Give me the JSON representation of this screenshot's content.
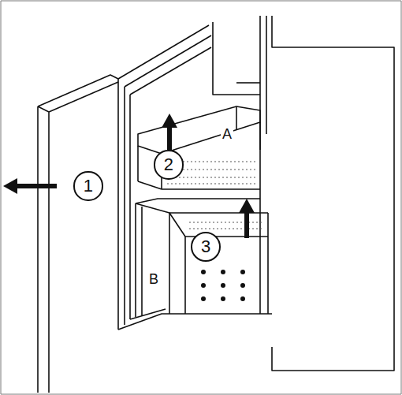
{
  "diagram": {
    "nodes": [
      {
        "text": [
          "1"
        ]
      },
      {
        "text": [
          "2"
        ]
      },
      {
        "text": [
          "3"
        ]
      }
    ],
    "labels": [
      "A",
      "B"
    ]
  }
}
